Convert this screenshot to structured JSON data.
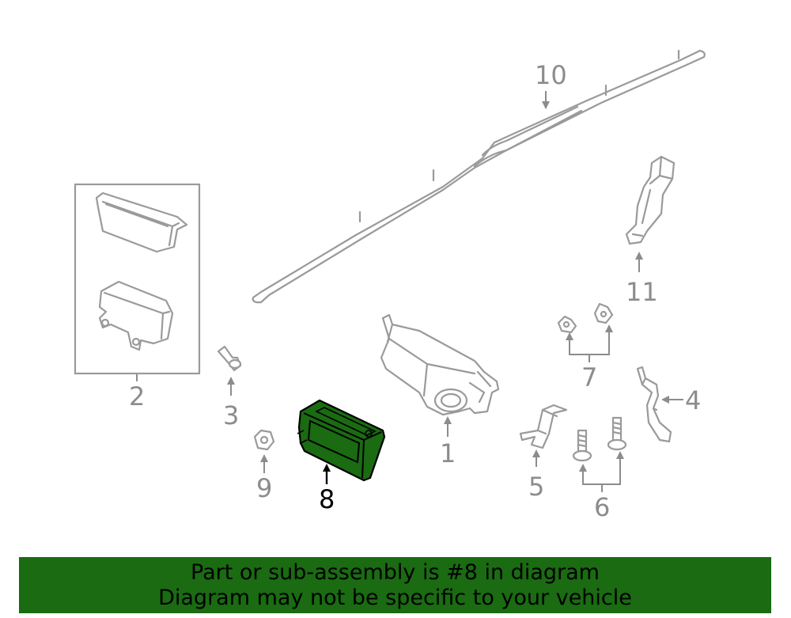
{
  "callouts": {
    "c1": "1",
    "c2": "2",
    "c3": "3",
    "c4": "4",
    "c5": "5",
    "c6": "6",
    "c7": "7",
    "c8": "8",
    "c9": "9",
    "c10": "10",
    "c11": "11"
  },
  "highlight": {
    "part": "8",
    "color": "#1a6b12"
  },
  "banner": {
    "line1": "Part or sub-assembly is #8 in diagram",
    "line2": "Diagram may not be specific to your vehicle",
    "background": "#1a6b12"
  }
}
